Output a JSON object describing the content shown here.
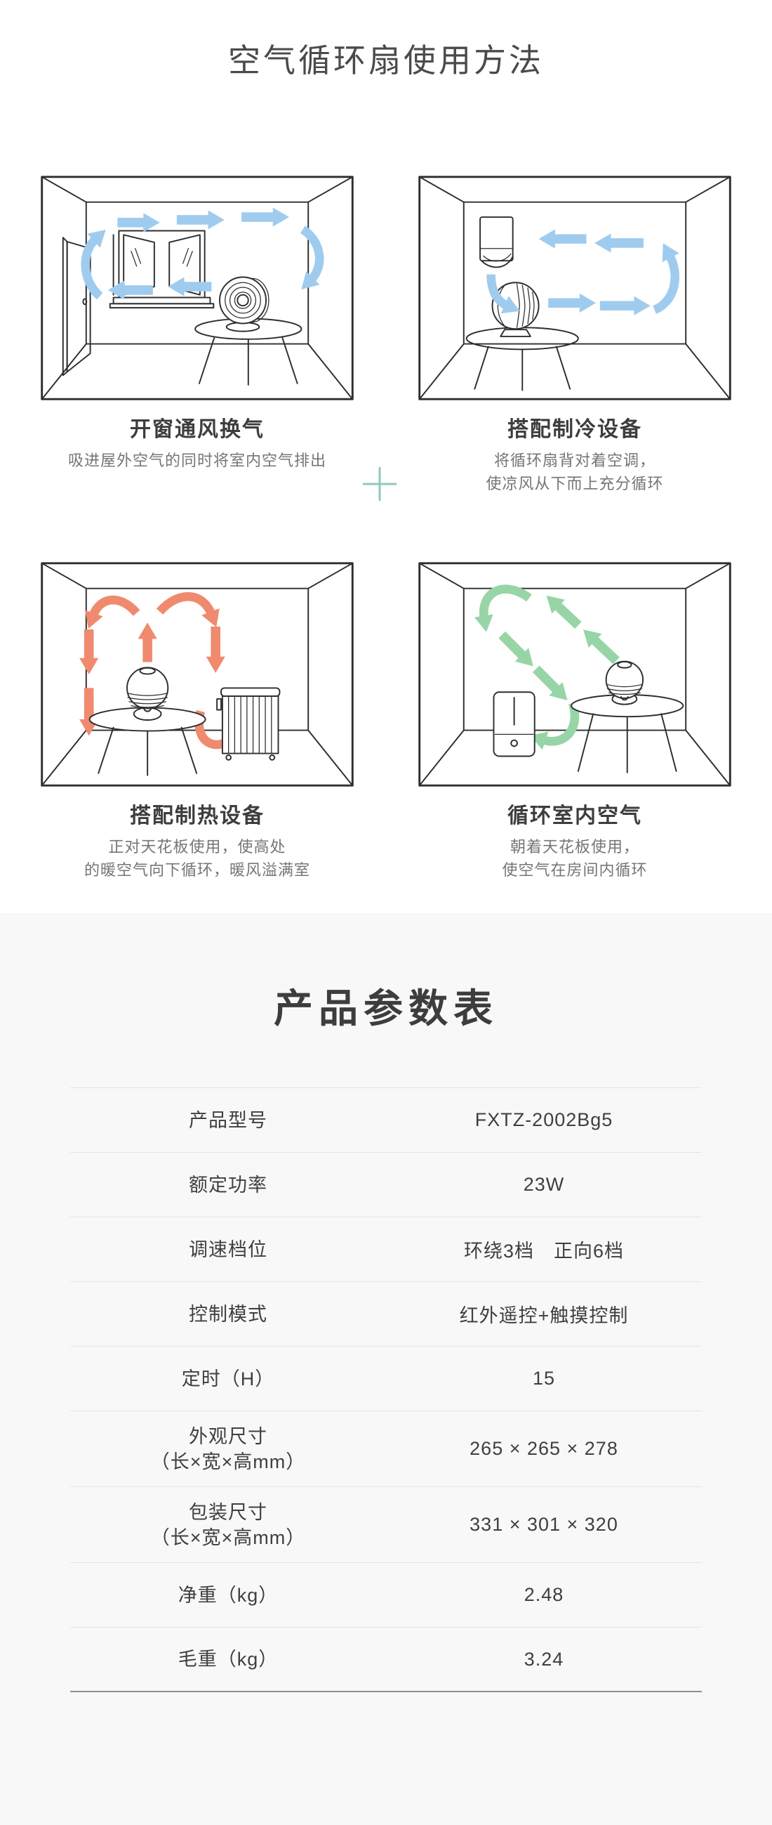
{
  "colors": {
    "arrow_blue": "#9fccee",
    "arrow_orange": "#f08a6e",
    "arrow_green": "#97d5a7",
    "plus_teal": "#8cc9bd",
    "section_bg": "#f8f8f8",
    "divider": "#e4e4e4",
    "divider_strong": "#8f8f8f"
  },
  "usage_section": {
    "title": "空气循环扇使用方法",
    "figures": [
      {
        "caption": "开窗通风换气",
        "desc": "吸进屋外空气的同时将室内空气排出"
      },
      {
        "caption": "搭配制冷设备",
        "desc": "将循环扇背对着空调，\n使凉风从下而上充分循环"
      },
      {
        "caption": "搭配制热设备",
        "desc": "正对天花板使用，使高处\n的暖空气向下循环，暖风溢满室"
      },
      {
        "caption": "循环室内空气",
        "desc": "朝着天花板使用，\n使空气在房间内循环"
      }
    ]
  },
  "params_section": {
    "title": "产品参数表",
    "rows": [
      {
        "label": "产品型号",
        "value": "FXTZ-2002Bg5"
      },
      {
        "label": "额定功率",
        "value": "23W"
      },
      {
        "label": "调速档位",
        "value": "环绕3档　正向6档"
      },
      {
        "label": "控制模式",
        "value": "红外遥控+触摸控制"
      },
      {
        "label": "定时（H）",
        "value": "15"
      },
      {
        "label": "外观尺寸\n（长×宽×高mm）",
        "value": "265 × 265 × 278"
      },
      {
        "label": "包装尺寸\n（长×宽×高mm）",
        "value": "331 × 301 × 320"
      },
      {
        "label": "净重（kg）",
        "value": "2.48"
      },
      {
        "label": "毛重（kg）",
        "value": "3.24"
      }
    ]
  }
}
